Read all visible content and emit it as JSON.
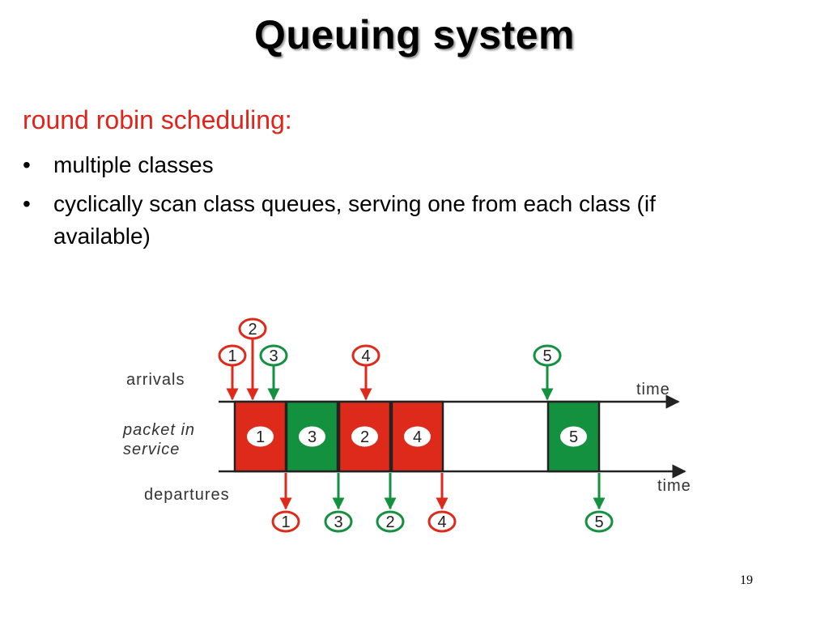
{
  "slide": {
    "title": "Queuing system",
    "subtitle": "round robin scheduling:",
    "bullets": [
      "multiple classes",
      "cyclically scan class queues, serving one from each class (if available)"
    ],
    "page_number": "19"
  },
  "diagram": {
    "labels": {
      "arrivals": "arrivals",
      "service_line1": "packet in",
      "service_line2": "service",
      "departures": "departures",
      "time_top": "time",
      "time_bottom": "time"
    },
    "colors": {
      "red": "#dd2a1b",
      "green": "#13913f"
    },
    "arrivals": [
      {
        "packet": "1",
        "class": "red"
      },
      {
        "packet": "2",
        "class": "red"
      },
      {
        "packet": "3",
        "class": "green"
      },
      {
        "packet": "4",
        "class": "red"
      },
      {
        "packet": "5",
        "class": "green"
      }
    ],
    "service": [
      {
        "packet": "1",
        "class": "red"
      },
      {
        "packet": "3",
        "class": "green"
      },
      {
        "packet": "2",
        "class": "red"
      },
      {
        "packet": "4",
        "class": "red"
      },
      {
        "packet": "5",
        "class": "green"
      }
    ],
    "departures": [
      {
        "packet": "1",
        "class": "red"
      },
      {
        "packet": "3",
        "class": "green"
      },
      {
        "packet": "2",
        "class": "green"
      },
      {
        "packet": "4",
        "class": "red"
      },
      {
        "packet": "5",
        "class": "green"
      }
    ]
  }
}
